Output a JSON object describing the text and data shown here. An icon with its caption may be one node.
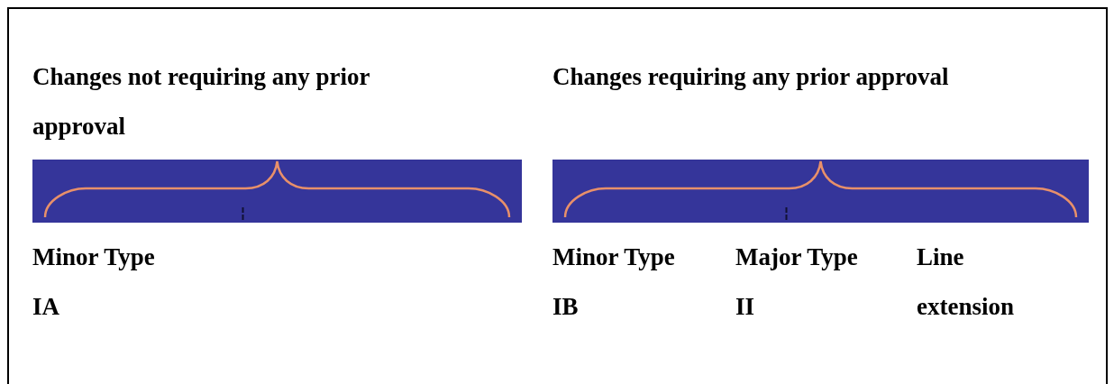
{
  "diagram": {
    "labels": [
      "Changes not requiring any prior approval",
      "Changes requiring any prior approval",
      "Minor Type IA",
      "Minor Type IB",
      "Major Type II",
      "Line extension"
    ]
  }
}
